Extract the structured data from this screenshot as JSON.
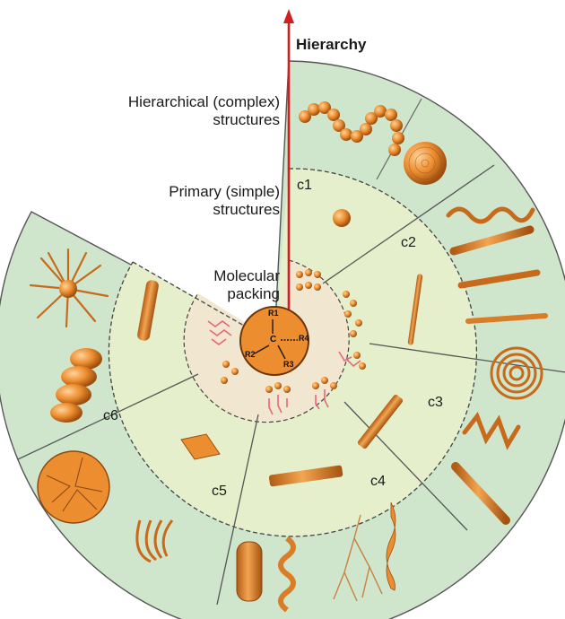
{
  "title": "Hierarchy",
  "levels": {
    "hierarchical": "Hierarchical (complex)\nstructures",
    "primary": "Primary (simple)\nstructures",
    "molecular": "Molecular\npacking"
  },
  "segments": [
    "c1",
    "c2",
    "c3",
    "c4",
    "c5",
    "c6"
  ],
  "molecule": {
    "center": "C",
    "r1": "R1",
    "r2": "R2",
    "r3": "R3",
    "r4": "R4"
  },
  "colors": {
    "outer_ring": "#cfe6cd",
    "middle_ring": "#e6efcc",
    "inner_disk": "#f1e7d1",
    "accent_orange": "#ec8d2f",
    "arrow_red": "#d11f1f",
    "lipid_pink": "#e8667a"
  }
}
